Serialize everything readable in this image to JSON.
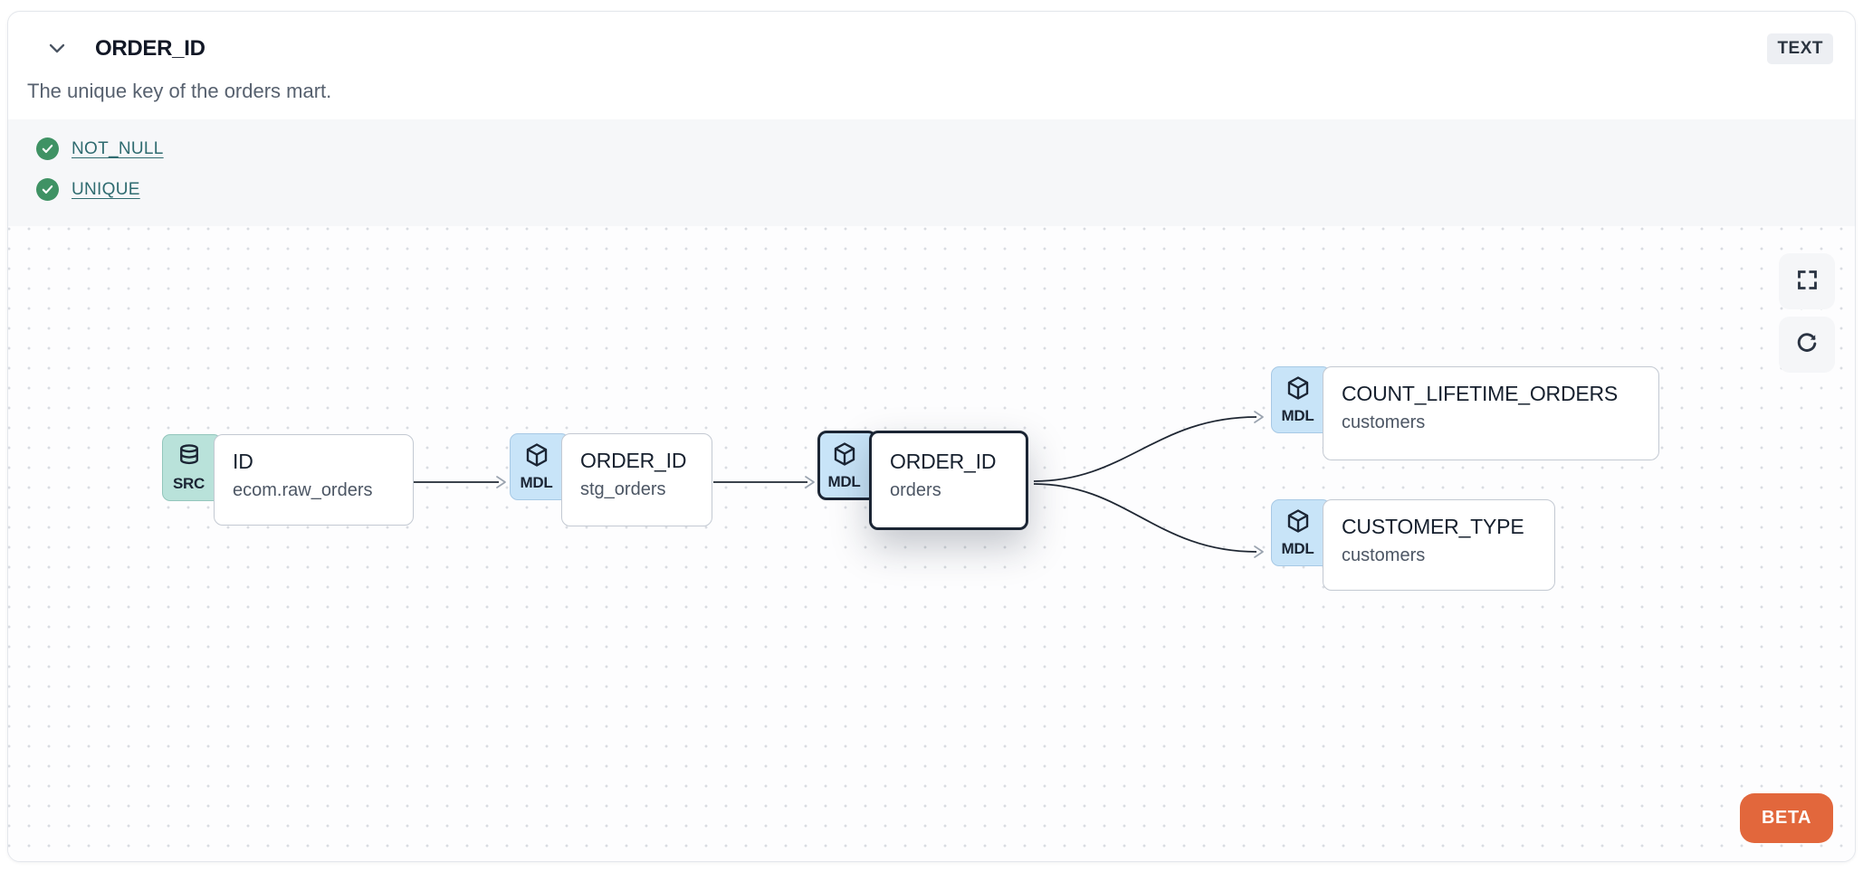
{
  "header": {
    "title": "ORDER_ID",
    "type_badge": "TEXT"
  },
  "description": {
    "text": "The unique key of the orders mart."
  },
  "tests": {
    "items": [
      {
        "label": "NOT_NULL",
        "status": "pass"
      },
      {
        "label": "UNIQUE",
        "status": "pass"
      }
    ]
  },
  "lineage": {
    "nodes": [
      {
        "badge": "SRC",
        "title": "ID",
        "subtitle": "ecom.raw_orders",
        "kind": "source",
        "selected": false
      },
      {
        "badge": "MDL",
        "title": "ORDER_ID",
        "subtitle": "stg_orders",
        "kind": "model",
        "selected": false
      },
      {
        "badge": "MDL",
        "title": "ORDER_ID",
        "subtitle": "orders",
        "kind": "model",
        "selected": true
      },
      {
        "badge": "MDL",
        "title": "COUNT_LIFETIME_ORDERS",
        "subtitle": "customers",
        "kind": "model",
        "selected": false
      },
      {
        "badge": "MDL",
        "title": "CUSTOMER_TYPE",
        "subtitle": "customers",
        "kind": "model",
        "selected": false
      }
    ],
    "edges": [
      {
        "from": "ID (ecom.raw_orders)",
        "to": "ORDER_ID (stg_orders)"
      },
      {
        "from": "ORDER_ID (stg_orders)",
        "to": "ORDER_ID (orders)"
      },
      {
        "from": "ORDER_ID (orders)",
        "to": "COUNT_LIFETIME_ORDERS (customers)"
      },
      {
        "from": "ORDER_ID (orders)",
        "to": "CUSTOMER_TYPE (customers)"
      }
    ]
  },
  "beta": {
    "label": "BETA"
  },
  "icons": {
    "collapse": "chevron-down-icon",
    "test_pass": "check-circle-icon",
    "source": "database-icon",
    "model": "cube-icon",
    "fullscreen": "fullscreen-icon",
    "refresh": "refresh-icon"
  },
  "colors": {
    "test_link": "#2f6b70",
    "test_pass_green": "#3f9264",
    "beta_orange": "#e2673c",
    "src_badge": "#b9e2da",
    "mdl_badge": "#c8e4f8",
    "selected_border": "#1b2534"
  }
}
